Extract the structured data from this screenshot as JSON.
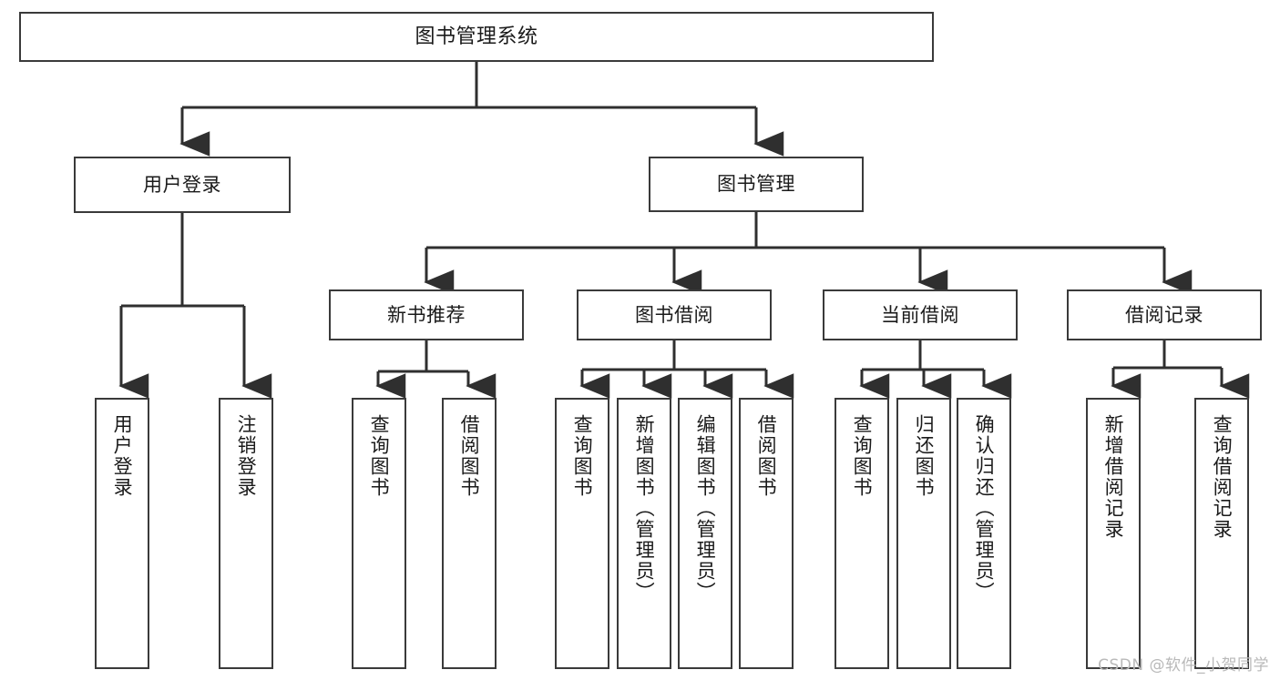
{
  "diagram": {
    "title": "图书管理系统",
    "type": "hierarchy-tree",
    "colors": {
      "background": "#ffffff",
      "box_border": "#3a3a3a",
      "box_fill": "#ffffff",
      "edge": "#2f2f2f",
      "text": "#1a1a1a",
      "watermark": "#b9b9b9"
    }
  },
  "root": {
    "label": "图书管理系统"
  },
  "level1": [
    {
      "label": "用户登录"
    },
    {
      "label": "图书管理"
    }
  ],
  "level2": [
    {
      "label": "新书推荐"
    },
    {
      "label": "图书借阅"
    },
    {
      "label": "当前借阅"
    },
    {
      "label": "借阅记录"
    }
  ],
  "leaves": {
    "user_login": [
      {
        "label": "用户登录"
      },
      {
        "label": "注销登录"
      }
    ],
    "new_book": [
      {
        "label": "查询图书"
      },
      {
        "label": "借阅图书"
      }
    ],
    "book_borrow": [
      {
        "label": "查询图书"
      },
      {
        "label": "新增图书（管理员）"
      },
      {
        "label": "编辑图书（管理员）"
      },
      {
        "label": "借阅图书"
      }
    ],
    "current_borrow": [
      {
        "label": "查询图书"
      },
      {
        "label": "归还图书"
      },
      {
        "label": "确认归还（管理员）"
      }
    ],
    "borrow_record": [
      {
        "label": "新增借阅记录"
      },
      {
        "label": "查询借阅记录"
      }
    ]
  },
  "watermark": {
    "text": "CSDN @软件_小贺同学"
  }
}
